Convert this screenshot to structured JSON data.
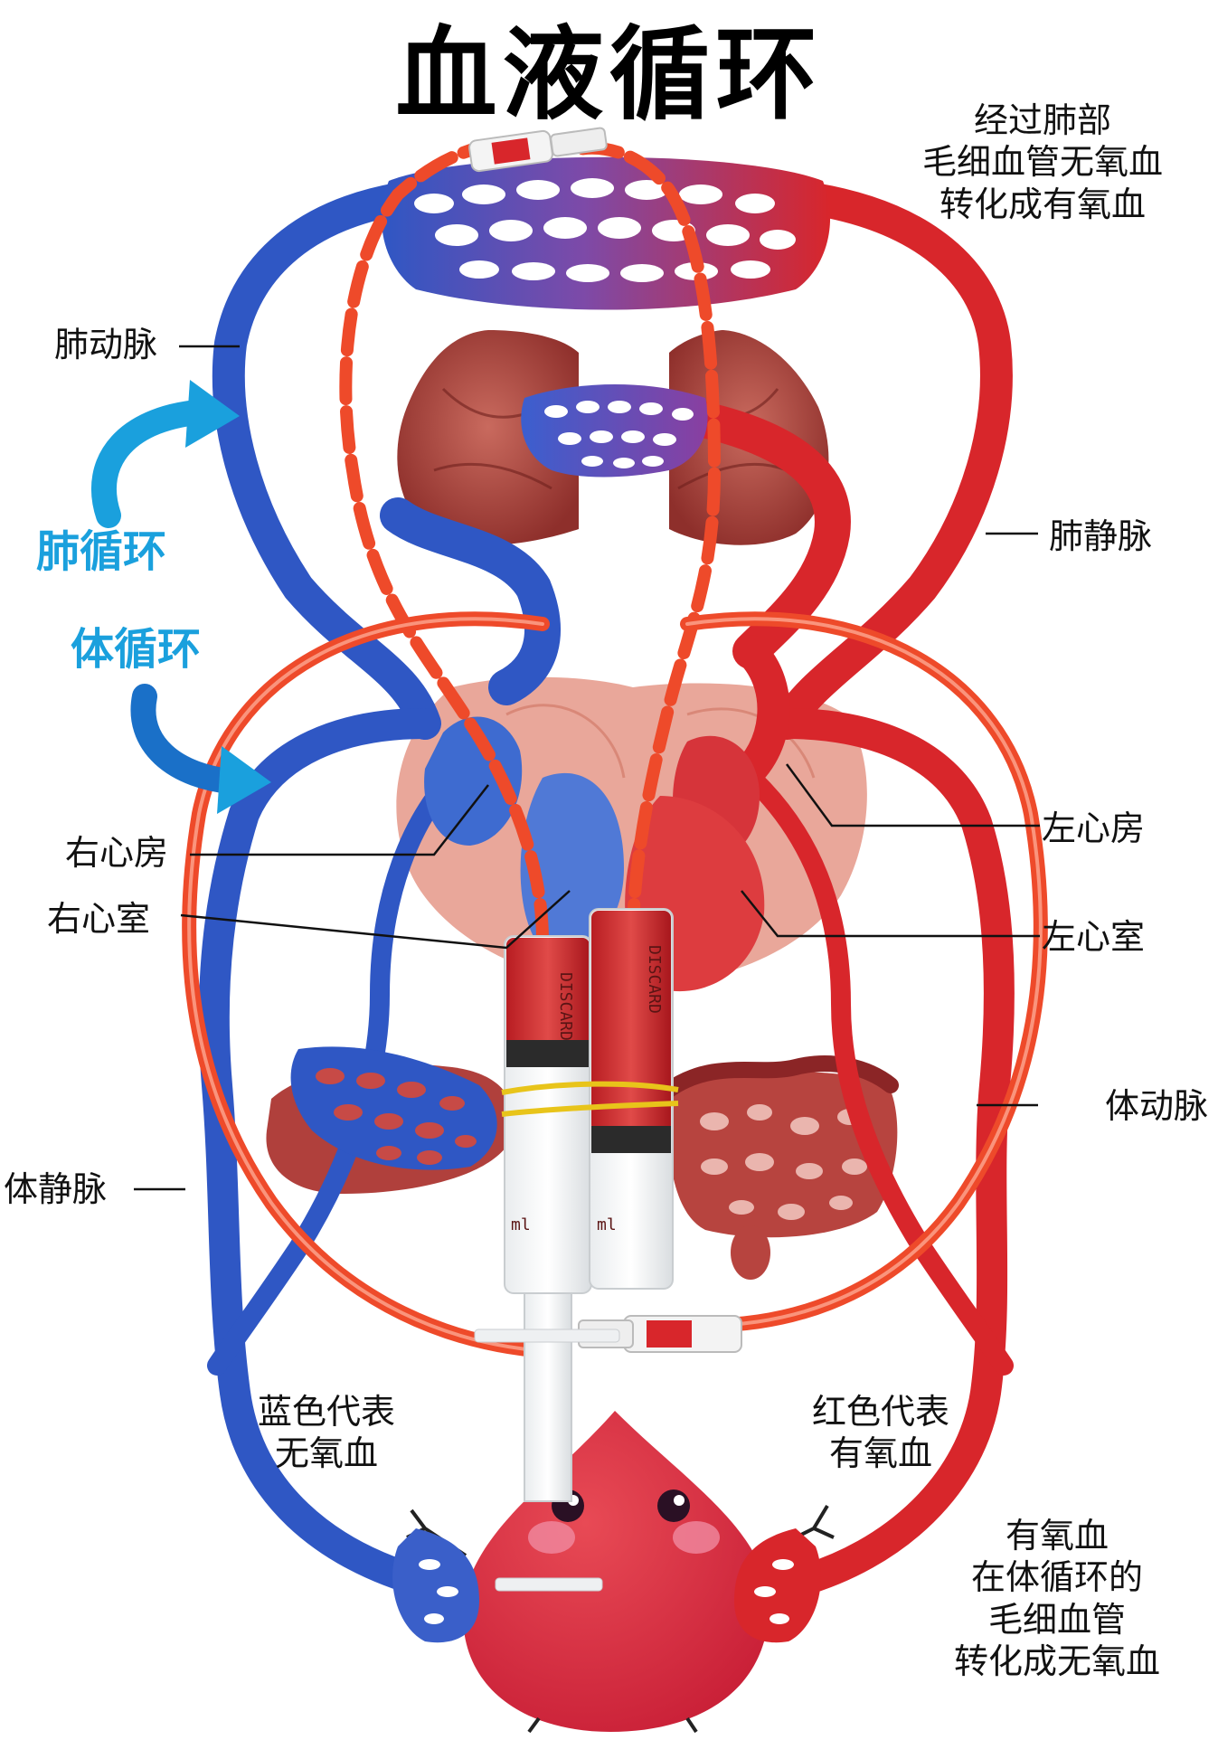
{
  "title": "血液循环",
  "labels": {
    "pulmonary_capillary_note": [
      "经过肺部",
      "毛细血管无氧血",
      "转化成有氧血"
    ],
    "pulmonary_artery": "肺动脉",
    "pulmonary_circulation": "肺循环",
    "systemic_circulation": "体循环",
    "pulmonary_vein": "肺静脉",
    "right_atrium": "右心房",
    "right_ventricle": "右心室",
    "left_atrium": "左心房",
    "left_ventricle": "左心室",
    "aorta": "体动脉",
    "vena_cava": "体静脉",
    "blue_legend": [
      "蓝色代表",
      "无氧血"
    ],
    "red_legend": [
      "红色代表",
      "有氧血"
    ],
    "systemic_capillary_note": [
      "有氧血",
      "在体循环的",
      "毛细血管",
      "转化成无氧血"
    ]
  },
  "syringe_marks": [
    "DISCARD",
    "ml"
  ],
  "colors": {
    "deoxygenated": "#2f57c4",
    "oxygenated": "#d8262b",
    "tube": "#ee4a2a",
    "arrow": "#1aa0dd",
    "heart_bg": "#e9a79a",
    "organ": "#a83c3a"
  }
}
